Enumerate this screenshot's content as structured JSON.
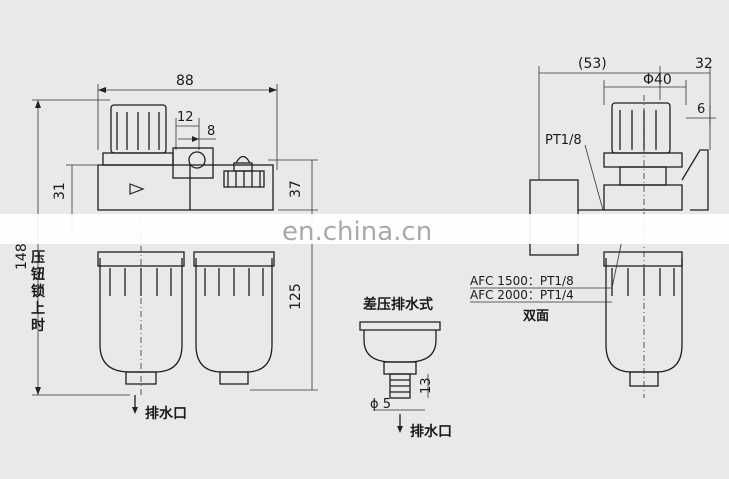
{
  "dims": {
    "total_width": "88",
    "d12": "12",
    "d8": "8",
    "d31": "31",
    "d148": "148",
    "d37": "37",
    "d125": "125",
    "d53": "(53)",
    "d32": "32",
    "phi40": "Φ40",
    "d6": "6",
    "d13": "13",
    "phi5": "ϕ 5"
  },
  "labels": {
    "port": "PT1/8",
    "afc1500": "AFC 1500：PT1/8",
    "afc2000": "AFC 2000：PT1/4",
    "both_sides": "双面",
    "press_lock": "压\n钮\n锁\n上\n时",
    "drain_left": "排水口",
    "drain_detail": "排水口",
    "diff_drain": "差压排水式"
  },
  "watermark": "en.china.cn",
  "colors": {
    "background": "#e9e9e9",
    "line": "#1f1f1f",
    "band": "#ffffff"
  }
}
